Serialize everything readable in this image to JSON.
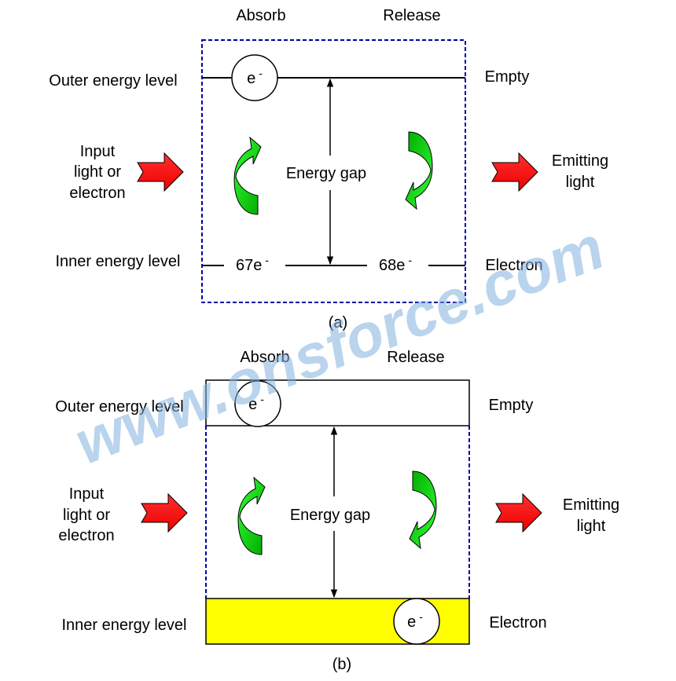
{
  "panel_a": {
    "absorb": "Absorb",
    "release": "Release",
    "outer_label": "Outer energy level",
    "inner_label": "Inner energy level",
    "input_lines": [
      "Input",
      "light or",
      "electron"
    ],
    "emitting_lines": [
      "Emitting",
      "light"
    ],
    "empty": "Empty",
    "electron": "Electron",
    "energy_gap": "Energy gap",
    "electron_symbol": "e",
    "superscript": "-",
    "left_count": "67e",
    "right_count": "68e",
    "caption": "(a)"
  },
  "panel_b": {
    "absorb": "Absorb",
    "release": "Release",
    "outer_label": "Outer energy level",
    "inner_label": "Inner energy level",
    "input_lines": [
      "Input",
      "light or",
      "electron"
    ],
    "emitting_lines": [
      "Emitting",
      "light"
    ],
    "empty": "Empty",
    "electron": "Electron",
    "energy_gap": "Energy gap",
    "electron_symbol": "e",
    "superscript": "-",
    "caption": "(b)"
  },
  "watermark": "www.onsforce.com",
  "colors": {
    "box_dash": "#0000aa",
    "inner_band": "#ffff00",
    "arrow_red": "#ff0000",
    "arrow_green": "#00cc00",
    "watermark": "#7fb0dc"
  }
}
